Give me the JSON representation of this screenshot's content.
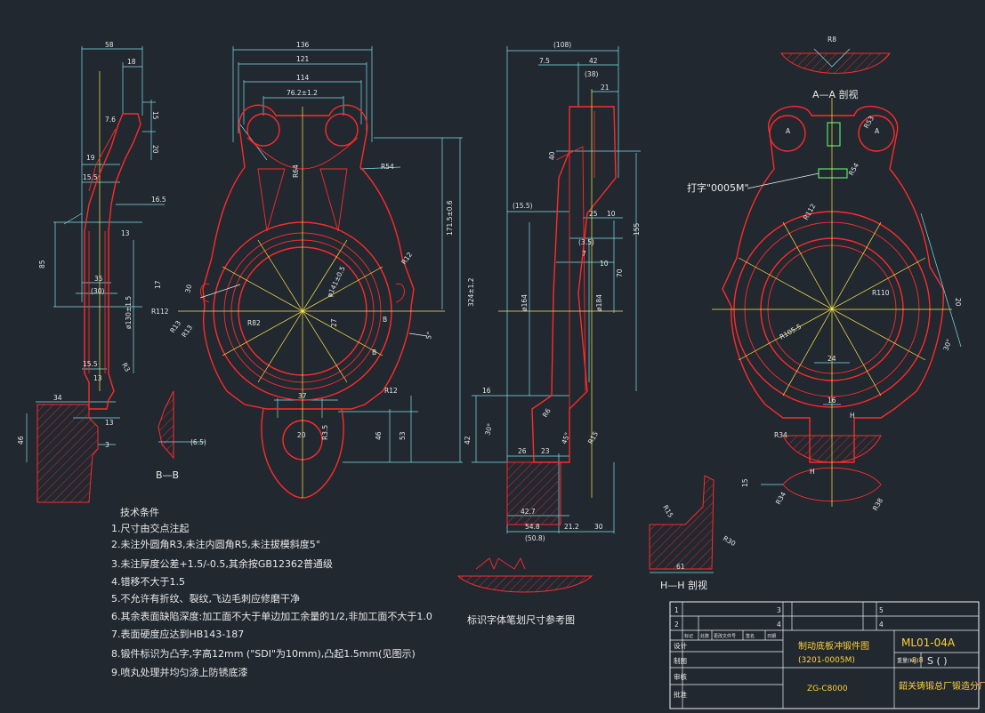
{
  "colors": {
    "background": "#212830",
    "outline": "#ff2a2a",
    "dimension": "#7fe0ea",
    "centerline": "#ffe94a",
    "text": "#e6e6e6",
    "title_text": "#ffd23a"
  },
  "front_view": {
    "dims": [
      "136",
      "121",
      "114",
      "76.2±1.2",
      "R54",
      "R64",
      "R12",
      "R12",
      "R82",
      "R112",
      "R13",
      "17",
      "37",
      "27",
      "R13",
      "30",
      "20",
      "R3.5",
      "46",
      "53",
      "5°",
      "B",
      "B",
      "ø141±0.5",
      "171.5±0.6",
      "324±1.2"
    ],
    "dim_texts": [
      "φ141±0.5"
    ]
  },
  "left_view": {
    "dims": [
      "58",
      "18",
      "15",
      "20",
      "7.6",
      "19",
      "15.5",
      "16.5",
      "13",
      "85",
      "35",
      "(30)",
      "ø130±1.5",
      "15.5",
      "13",
      "34",
      "13",
      "3",
      "46",
      "R3"
    ]
  },
  "bb_section": {
    "dim": "(6.5)",
    "label": "B—B"
  },
  "side_view": {
    "dims": [
      "(108)",
      "7.5",
      "42",
      "(38)",
      "21",
      "40",
      "(15.5)",
      "25",
      "10",
      "(3.5)",
      "7",
      "10",
      "70",
      "155",
      "ø164",
      "ø184",
      "16",
      "30°",
      "R6",
      "26",
      "23",
      "R15",
      "45°",
      "54.8",
      "(50.8)",
      "42.7",
      "21.2",
      "30",
      "42"
    ],
    "label": "标识字体笔划尺寸参考图"
  },
  "right_view": {
    "section_label": "A—A 剖视",
    "mark_label": "打字\"0005M\"",
    "dims": [
      "R8",
      "A",
      "A",
      "R53",
      "R54",
      "R112",
      "R110",
      "R105.5",
      "20",
      "24",
      "16",
      "H",
      "H",
      "R34",
      "R34",
      "R38",
      "15",
      "30°"
    ]
  },
  "hh_section": {
    "label": "H—H 剖视",
    "dims": [
      "R15",
      "R30",
      "61"
    ]
  },
  "notes": {
    "title": "技术条件",
    "items": [
      "1.尺寸由交点注起",
      "2.未注外圆角R3,未注内圆角R5,未注拔模斜度5°",
      "3.未注厚度公差+1.5/-0.5,其余按GB12362普通级",
      "4.错移不大于1.5",
      "5.不允许有折纹、裂纹,飞边毛刺应修磨干净",
      "6.其余表面缺陷深度:加工面不大于单边加工余量的1/2,非加工面不大于1.0",
      "7.表面硬度应达到HB143-187",
      "8.锻件标识为凸字,字高12mm (\"SDI\"为10mm),凸起1.5mm(见图示)",
      "9.喷丸处理并均匀涂上防锈底漆"
    ]
  },
  "title_block": {
    "zones": [
      "1",
      "2",
      "3",
      "4",
      "5",
      "4"
    ],
    "rev_headers": [
      "标记",
      "处数",
      "更改文件号",
      "签名",
      "日期"
    ],
    "rows": [
      "设计",
      "制图",
      "审核",
      "批准"
    ],
    "part_name": "制动底板冲锻件图",
    "part_sub": "(3201-0005M)",
    "drawing_no": "ML01-04A",
    "weight_label": "重量(Kg)",
    "weight_value": "8.8",
    "scale": "S  (    )",
    "material": "ZG-C8000",
    "company": "韶关铸锻总厂锻造分厂"
  }
}
